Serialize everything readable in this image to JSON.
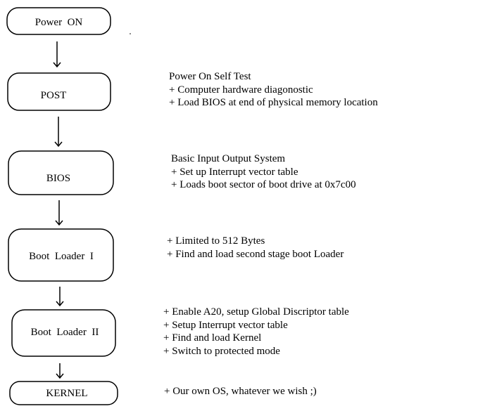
{
  "nodes": [
    {
      "label": "Power  ON"
    },
    {
      "label": "POST"
    },
    {
      "label": "BIOS"
    },
    {
      "label": "Boot  Loader  I"
    },
    {
      "label": "Boot  Loader  II"
    },
    {
      "label": "KERNEL"
    }
  ],
  "descriptions": [
    {
      "lines": []
    },
    {
      "lines": [
        "Power On Self Test",
        "+ Computer hardware diagonostic",
        "+ Load BIOS at end of physical memory location"
      ]
    },
    {
      "lines": [
        "Basic Input Output System",
        "+ Set up Interrupt vector table",
        "+ Loads boot sector of boot drive at 0x7c00"
      ]
    },
    {
      "lines": [
        "+ Limited to 512 Bytes",
        "+ Find and load second stage boot Loader"
      ]
    },
    {
      "lines": [
        "+ Enable A20, setup Global Discriptor table",
        "+ Setup Interrupt vector table",
        "+ Find and load Kernel",
        "+ Switch to protected mode"
      ]
    },
    {
      "lines": [
        "+ Our own OS, whatever we wish ;)"
      ]
    }
  ]
}
